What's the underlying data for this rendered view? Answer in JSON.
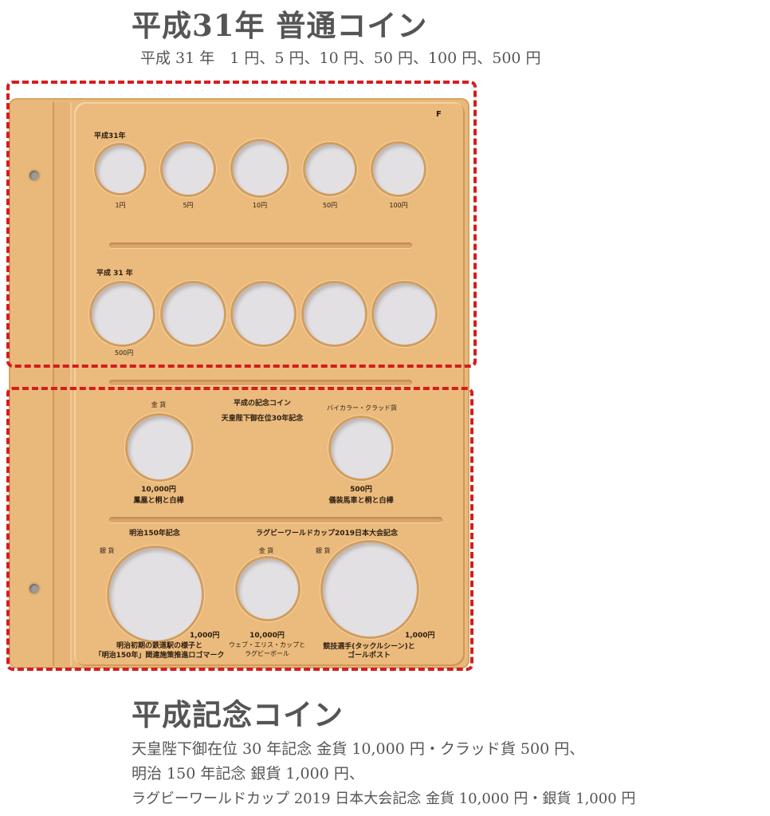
{
  "header": {
    "title": "平成31年 普通コイン",
    "subtitle": "平成 31 年　1 円、5 円、10 円、50 円、100 円、500 円"
  },
  "album": {
    "page_letter": "F",
    "row1": {
      "year_label": "平成31年",
      "denominations": [
        "1円",
        "5円",
        "10円",
        "50円",
        "100円"
      ]
    },
    "row2": {
      "year_label": "平成 31 年",
      "denomination": "500円"
    },
    "commemorative": {
      "heading_line1": "平成の記念コイン",
      "heading_line2": "天皇陛下御在位30年記念",
      "gold_label": "金 貨",
      "gold_value": "10,000円",
      "gold_design": "鳳凰と桐と白樺",
      "bicolor_label": "バイカラー・クラッド貨",
      "bicolor_value": "500円",
      "bicolor_design": "儀装馬車と桐と白樺",
      "meiji_heading": "明治150年記念",
      "meiji_silver_label": "銀 貨",
      "meiji_value": "1,000円",
      "meiji_design_line1": "明治初期の鉄道駅の様子と",
      "meiji_design_line2": "「明治150年」関連施策推進ロゴマーク",
      "rugby_heading": "ラグビーワールドカップ2019日本大会記念",
      "rugby_gold_label": "金 貨",
      "rugby_gold_value": "10,000円",
      "rugby_gold_design_line1": "ウェブ・エリス・カップと",
      "rugby_gold_design_line2": "ラグビーボール",
      "rugby_silver_label": "銀 貨",
      "rugby_silver_value": "1,000円",
      "rugby_silver_design_line1": "競技選手(タックルシーン)と",
      "rugby_silver_design_line2": "ゴールポスト"
    }
  },
  "footer": {
    "title": "平成記念コイン",
    "lines": [
      "天皇陛下御在位 30 年記念 金貨 10,000 円・クラッド貨 500 円、",
      "明治 150 年記念 銀貨 1,000 円、",
      "ラグビーワールドカップ 2019 日本大会記念 金貨 10,000 円・銀貨 1,000 円"
    ]
  },
  "colors": {
    "board": "#e9b97c",
    "coin_slot": "#e2e0e3",
    "highlight_dash": "#d41d1d"
  }
}
